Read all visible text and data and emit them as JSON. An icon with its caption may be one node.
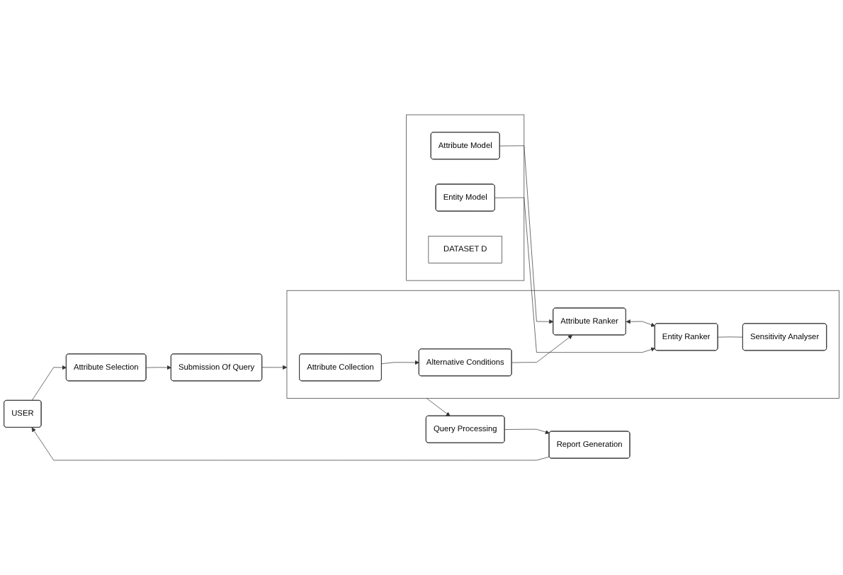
{
  "diagram": {
    "nodes": [
      {
        "text": [
          "USER"
        ]
      },
      {
        "text": [
          "Attribute Selection"
        ]
      },
      {
        "text": [
          "Submission Of Query"
        ]
      },
      {
        "text": [
          "Query Processing"
        ]
      },
      {
        "text": [
          "Report Generation"
        ]
      },
      {
        "text": [],
        "shape": "box"
      },
      {
        "text": [
          "Attribute Collection"
        ],
        "in": 5
      },
      {
        "text": [
          "Alternative Conditions"
        ],
        "in": 5
      },
      {
        "text": [
          "Attribute Ranker"
        ],
        "in": 5
      },
      {
        "text": [
          "Entity Ranker"
        ],
        "in": 5
      },
      {
        "text": [
          "Sensitivity Analyser"
        ],
        "in": 5
      },
      {
        "text": [],
        "shape": "box"
      },
      {
        "text": [
          "Attribute Model"
        ],
        "in": 11
      },
      {
        "text": [
          "Entity Model"
        ],
        "in": 11
      },
      {
        "text": [
          "DATASET D"
        ],
        "in": 11
      }
    ],
    "edges": [
      {
        "from": 4,
        "to": 0,
        "arrow": "to"
      },
      {
        "from": 0,
        "to": 1,
        "arrow": "to"
      },
      {
        "from": 1,
        "to": 2,
        "arrow": "to"
      },
      {
        "from": 3,
        "to": 4,
        "arrow": "to"
      },
      {
        "from": 2,
        "to": 5,
        "arrow": "to"
      },
      {
        "from": 5,
        "to": 3,
        "arrow": "to"
      },
      {
        "from": 6,
        "to": 7,
        "arrow": "to"
      },
      {
        "from": 7,
        "to": 8,
        "arrow": "to"
      },
      {
        "from": 8,
        "to": 9,
        "arrow": "both"
      },
      {
        "from": 9,
        "to": 10,
        "arrow": "none"
      },
      {
        "from": 12,
        "to": 8,
        "arrow": "to"
      },
      {
        "from": 13,
        "to": 9,
        "arrow": "to"
      }
    ]
  }
}
